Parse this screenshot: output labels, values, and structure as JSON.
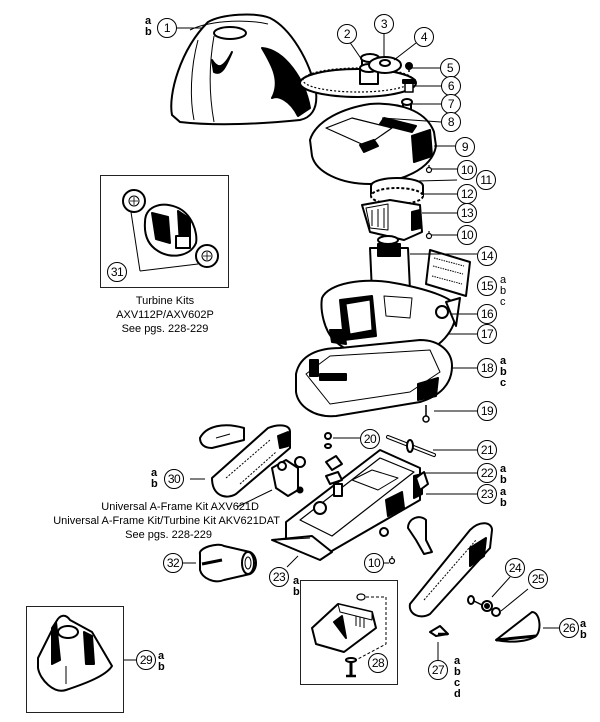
{
  "diagram": {
    "title": "Pool cleaner exploded parts diagram",
    "callouts": {
      "c1": "1",
      "c2": "2",
      "c3": "3",
      "c4": "4",
      "c5": "5",
      "c6": "6",
      "c7": "7",
      "c8": "8",
      "c9": "9",
      "c10a": "10",
      "c11": "11",
      "c12": "12",
      "c13": "13",
      "c10b": "10",
      "c14": "14",
      "c15": "15",
      "c16": "16",
      "c17": "17",
      "c18": "18",
      "c19": "19",
      "c20": "20",
      "c21": "21",
      "c22": "22",
      "c23a": "23",
      "c30": "30",
      "c31": "31",
      "c32": "32",
      "c23b": "23",
      "c10c": "10",
      "c24": "24",
      "c25": "25",
      "c26": "26",
      "c27": "27",
      "c28": "28",
      "c29": "29"
    },
    "variants": {
      "v1": [
        "a",
        "b"
      ],
      "v15": [
        "a",
        "b",
        "c"
      ],
      "v18": [
        "a",
        "b",
        "c"
      ],
      "v22": [
        "a",
        "b"
      ],
      "v23a": [
        "a",
        "b"
      ],
      "v30": [
        "a",
        "b"
      ],
      "v23b": [
        "a",
        "b"
      ],
      "v26": [
        "a",
        "b"
      ],
      "v27": [
        "a",
        "b",
        "c",
        "d"
      ],
      "v29": [
        "a",
        "b"
      ]
    },
    "captions": {
      "turbine_kits": {
        "line1": "Turbine Kits",
        "line2": "AXV112P/AXV602P",
        "line3": "See pgs. 228-229"
      },
      "a_frame_kits": {
        "line1": "Universal A-Frame Kit AXV621D",
        "line2": "Universal A-Frame Kit/Turbine Kit AKV621DAT",
        "line3": "See pgs. 228-229"
      }
    }
  }
}
